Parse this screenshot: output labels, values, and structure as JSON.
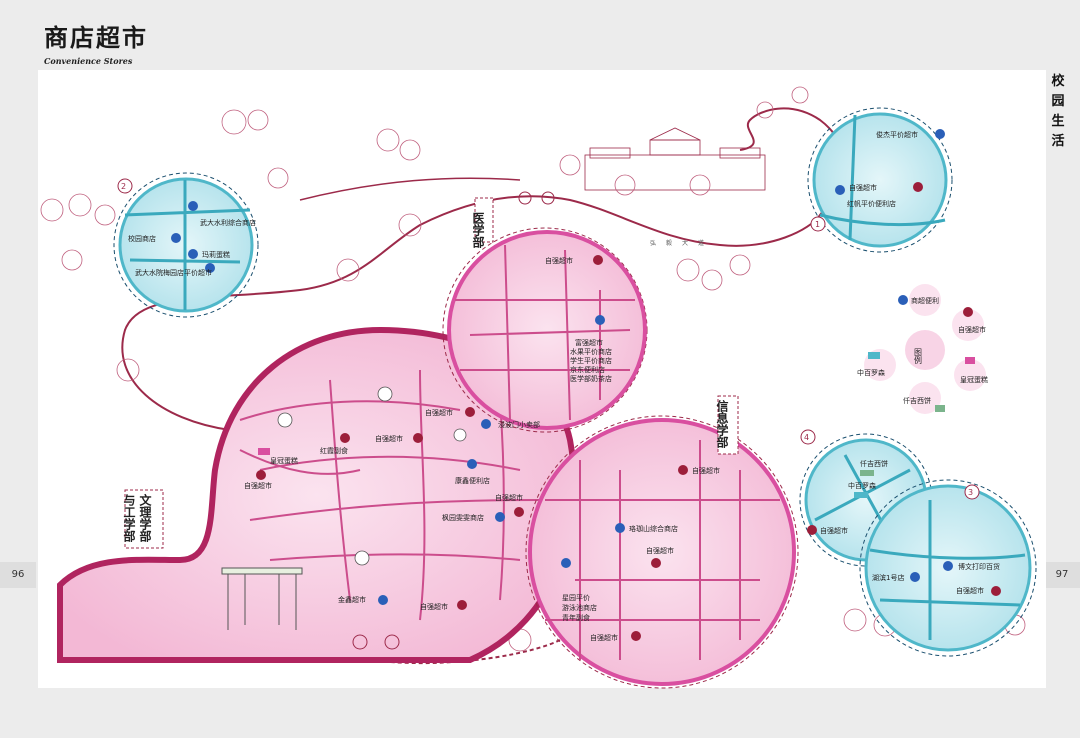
{
  "header": {
    "title": "商店超市",
    "subtitle": "Convenience Stores"
  },
  "side_title": "校园生活",
  "pages": {
    "left": "96",
    "right": "97"
  },
  "departments": {
    "medical": "医学部",
    "info": "信息学部",
    "arts": "文理学部",
    "engineering": "与工学部"
  },
  "road": "弘毅大道",
  "legend": {
    "center": "图例",
    "items": [
      "商超便利",
      "自强超市",
      "皇冠蛋糕",
      "仟吉西饼",
      "中百罗森"
    ]
  },
  "zones": {
    "z1": {
      "num": "1",
      "stores": [
        "俊杰平价超市",
        "自强超市",
        "红帆平价便利店"
      ]
    },
    "z2": {
      "num": "2",
      "stores": [
        "校园商店",
        "武大水利综合商店",
        "玛莉蛋糕",
        "武大水院梅园店平价超市"
      ]
    },
    "z3": {
      "num": "3",
      "stores": [
        "博文打印百货",
        "湖滨1号店",
        "自强超市"
      ]
    },
    "z4": {
      "num": "4",
      "stores": [
        "仟吉西饼",
        "中百罗森",
        "自强超市"
      ]
    },
    "medical": {
      "stores": [
        "自强超市",
        "富强超市",
        "水果平价商店",
        "学生平价商店",
        "京东便利店",
        "医学部奶茶店"
      ]
    },
    "info": {
      "stores": [
        "自强超市",
        "珞珈山综合商店",
        "自强超市",
        "星园平价",
        "游泳池商店",
        "青年副食",
        "自强超市"
      ]
    },
    "arts": {
      "stores": [
        "自强超市",
        "自强超市",
        "浸波门小卖部",
        "红霞副食",
        "皇冠蛋糕",
        "自强超市",
        "康鑫便利店",
        "自强超市",
        "枫园雯雯商店",
        "金鑫超市",
        "自强超市"
      ]
    }
  },
  "colors": {
    "pink": "#d94fa0",
    "deep": "#9c2a4a",
    "teal": "#4fb7c9",
    "lightpink": "#f5c6dd",
    "lightteal": "#bfe6ee"
  }
}
